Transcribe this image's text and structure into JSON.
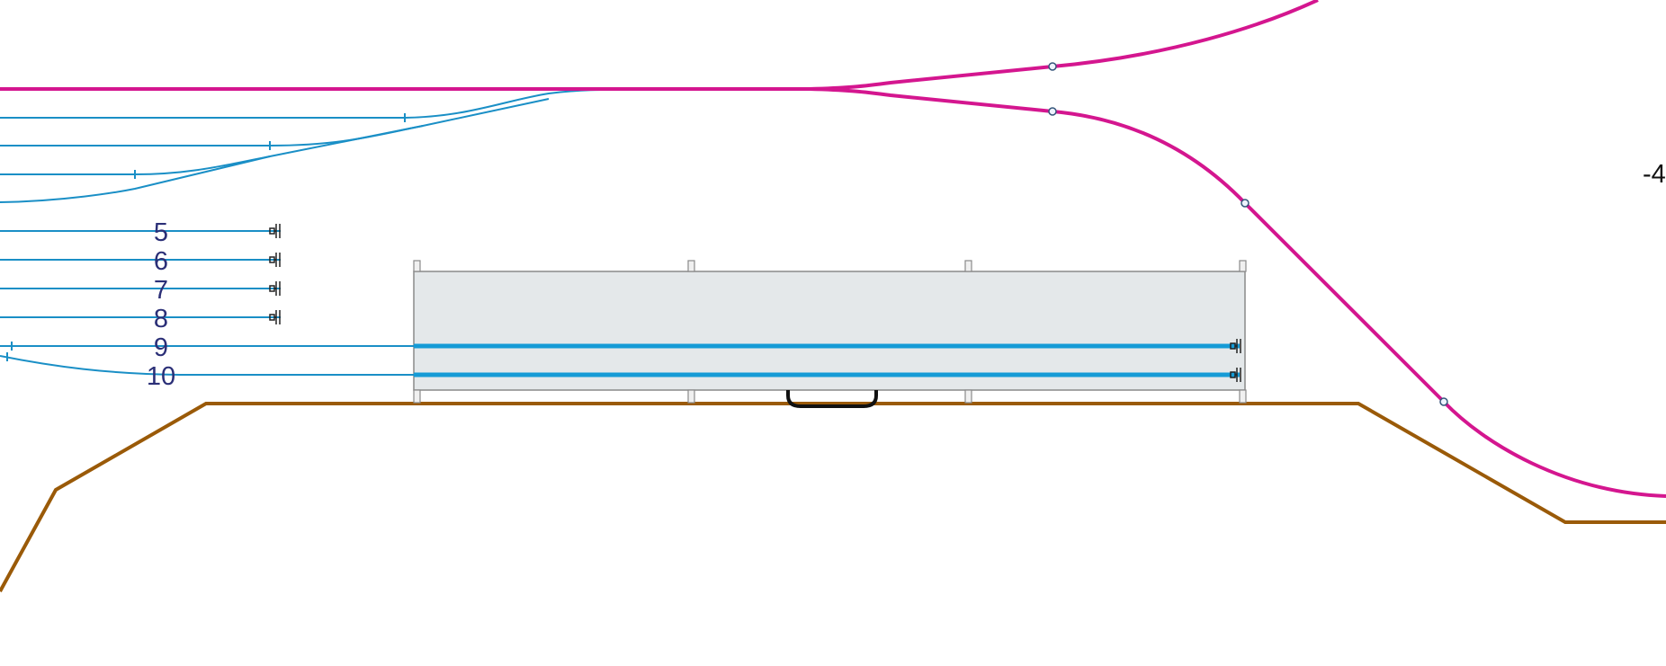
{
  "colors": {
    "background": "#ffffff",
    "mainline": "#d4168f",
    "siding": "#1a8fc6",
    "siding_bold": "#159bd6",
    "ground": "#9a5a08",
    "platform_fill": "#e4e8ea",
    "platform_edge": "#8a8a8a",
    "label": "#2b2f77",
    "node_fill": "#eef3ff",
    "node_stroke": "#34557a",
    "bracket": "#111111"
  },
  "tracks": [
    {
      "id": "5",
      "label": "5"
    },
    {
      "id": "6",
      "label": "6"
    },
    {
      "id": "7",
      "label": "7"
    },
    {
      "id": "8",
      "label": "8"
    },
    {
      "id": "9",
      "label": "9"
    },
    {
      "id": "10",
      "label": "10"
    }
  ],
  "side_label": "-4",
  "icons": {
    "buffer_stop": "buffer-stop-icon",
    "junction_node": "junction-node-icon"
  }
}
